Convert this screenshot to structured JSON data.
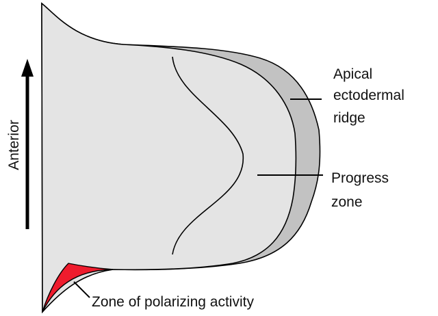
{
  "diagram": {
    "axis_label": "Anterior",
    "labels": {
      "aer_line1": "Apical",
      "aer_line2": "ectodermal",
      "aer_line3": "ridge",
      "pz_line1": "Progress",
      "pz_line2": "zone",
      "zpa": "Zone of polarizing activity"
    },
    "colors": {
      "limb_bud": "#e4e4e4",
      "aer": "#c2c2c2",
      "zpa": "#ee1c2d",
      "outline": "#000000"
    }
  }
}
